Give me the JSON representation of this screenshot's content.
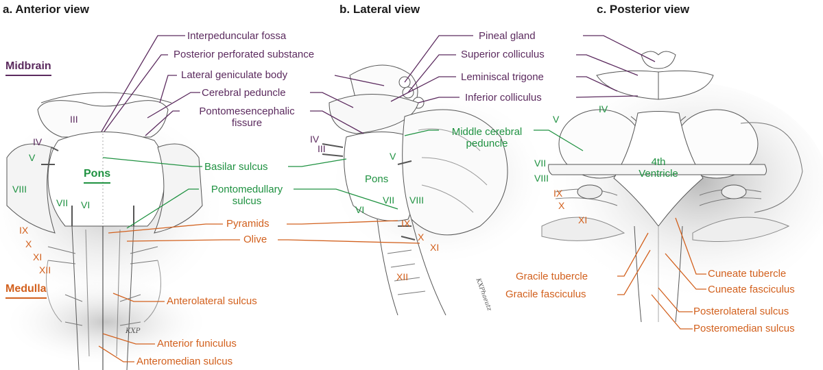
{
  "colors": {
    "midbrain": "#5b2a5e",
    "pons": "#1e9140",
    "medulla": "#d2601d",
    "title": "#1a1a1a",
    "drawing": "#555555"
  },
  "panels": [
    {
      "id": "a",
      "title": "a. Anterior view"
    },
    {
      "id": "b",
      "title": "b. Lateral view"
    },
    {
      "id": "c",
      "title": "c. Posterior view"
    }
  ],
  "regions": {
    "midbrain": "Midbrain",
    "pons": "Pons",
    "medulla": "Medulla"
  },
  "labels": {
    "interpeduncular_fossa": "Interpeduncular fossa",
    "posterior_perforated_substance": "Posterior perforated substance",
    "lateral_geniculate_body": "Lateral geniculate body",
    "cerebral_peduncle": "Cerebral peduncle",
    "pontomesencephalic_fissure_1": "Pontomesencephalic",
    "pontomesencephalic_fissure_2": "fissure",
    "basilar_sulcus": "Basilar sulcus",
    "pontomedullary_sulcus_1": "Pontomedullary",
    "pontomedullary_sulcus_2": "sulcus",
    "pyramids": "Pyramids",
    "olive": "Olive",
    "anterolateral_sulcus": "Anterolateral sulcus",
    "anterior_funiculus": "Anterior funiculus",
    "anteromedian_sulcus": "Anteromedian sulcus",
    "pineal_gland": "Pineal gland",
    "superior_colliculus": "Superior colliculus",
    "leminiscal_trigone": "Leminiscal trigone",
    "inferior_colliculus": "Inferior colliculus",
    "middle_cerebral_peduncle_1": "Middle cerebral",
    "middle_cerebral_peduncle_2": "peduncle",
    "fourth_ventricle_1": "4th",
    "fourth_ventricle_2": "Ventricle",
    "gracile_tubercle": "Gracile tubercle",
    "gracile_fasciculus": "Gracile fasciculus",
    "cuneate_tubercle": "Cuneate tubercle",
    "cuneate_fasciculus": "Cuneate fasciculus",
    "posterolateral_sulcus": "Posterolateral sulcus",
    "posteromedian_sulcus": "Posteromedian sulcus",
    "pons_lateral": "Pons"
  },
  "nerves": {
    "anterior": {
      "III": "III",
      "IV": "IV",
      "V": "V",
      "VIII": "VIII",
      "VII": "VII",
      "VI": "VI",
      "IX": "IX",
      "X": "X",
      "XI": "XI",
      "XII": "XII"
    },
    "lateral": {
      "IV": "IV",
      "III": "III",
      "V": "V",
      "VI": "VI",
      "VII": "VII",
      "VIII": "VIII",
      "IX": "IX",
      "X": "X",
      "XI": "XI",
      "XII": "XII"
    },
    "posterior": {
      "IV": "IV",
      "V": "V",
      "VII": "VII",
      "VIII": "VIII",
      "IX": "IX",
      "X": "X",
      "XI": "XI"
    }
  },
  "signatures": {
    "anterior": "KXP",
    "lateral": "KXPhaeutz"
  }
}
